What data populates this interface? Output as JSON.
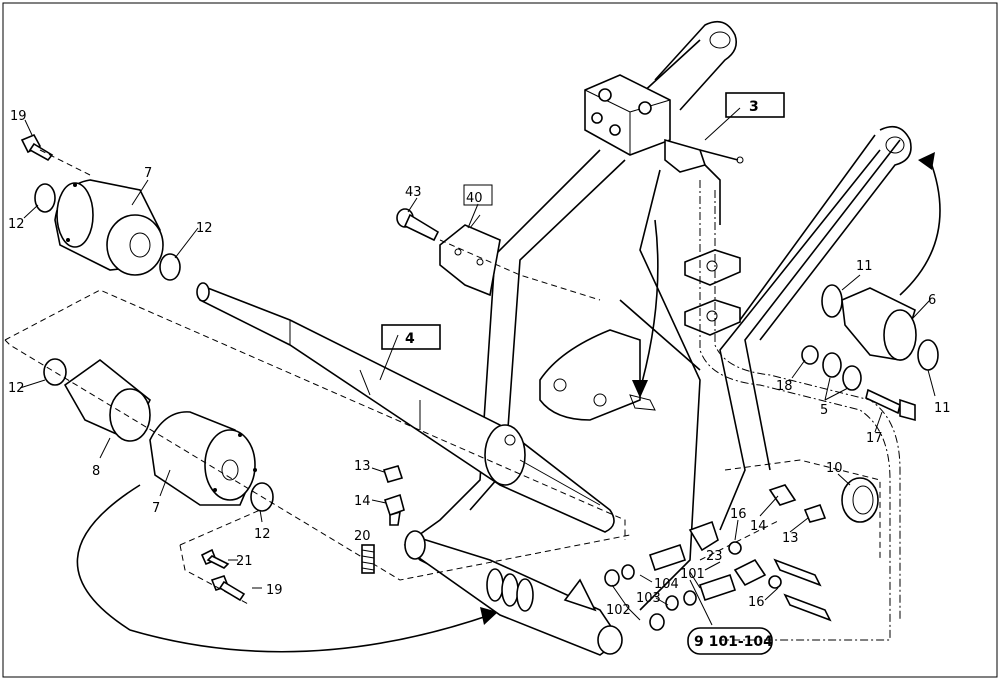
{
  "labels": {
    "p19a": "19",
    "p12a": "12",
    "p7a": "7",
    "p12b": "12",
    "p12c": "12",
    "p8": "8",
    "p7b": "7",
    "p12d": "12",
    "p21": "21",
    "p19b": "19",
    "p43": "43",
    "p40": "40",
    "p4": "4",
    "p13a": "13",
    "p14a": "14",
    "p20": "20",
    "p3": "3",
    "p11a": "11",
    "p6": "6",
    "p18": "18",
    "p5": "5",
    "p11b": "11",
    "p17": "17",
    "p10": "10",
    "p16a": "16",
    "p14b": "14",
    "p13b": "13",
    "p23": "23",
    "p104": "104",
    "p101": "101",
    "p103": "103",
    "p102": "102",
    "p16b": "16",
    "p9": "9 101-104"
  }
}
